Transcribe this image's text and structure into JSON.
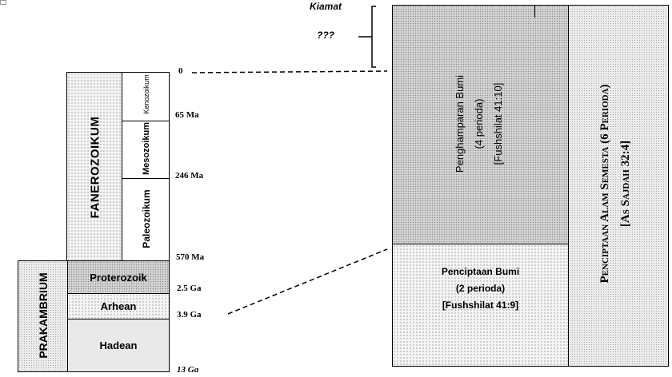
{
  "future": {
    "kiamat": "Kiamat",
    "unknown": "???"
  },
  "timescale": {
    "ticks": [
      "0",
      "65 Ma",
      "246 Ma",
      "570 Ma",
      "2.5 Ga",
      "3.9 Ga",
      "13 Ga"
    ]
  },
  "eons": {
    "fanerozoikum": "FANEROZOIKUM",
    "prakambrium": "PRAKAMBRIUM"
  },
  "eras": {
    "kenozoikum": "Kenozoikum",
    "mesozoikum": "Mesozoikum",
    "paleozoikum": "Paleozoikum",
    "proterozoik": "Proterozoik",
    "arhean": "Arhean",
    "hadean": "Hadean"
  },
  "creation": {
    "penghamparan": {
      "line1": "Penghamparan Bumi",
      "line2": "(4 perioda)",
      "line3": "[Fushshilat 41:10]"
    },
    "penciptaan_bumi": {
      "line1": "Penciptaan Bumi",
      "line2": "(2 perioda)",
      "line3": "[Fushshilat 41:9]"
    },
    "alam_semesta": {
      "line1": "Penciptaan Alam Semesta (6 Perioda)",
      "line2": "[As Sajdah 32:4]"
    }
  }
}
